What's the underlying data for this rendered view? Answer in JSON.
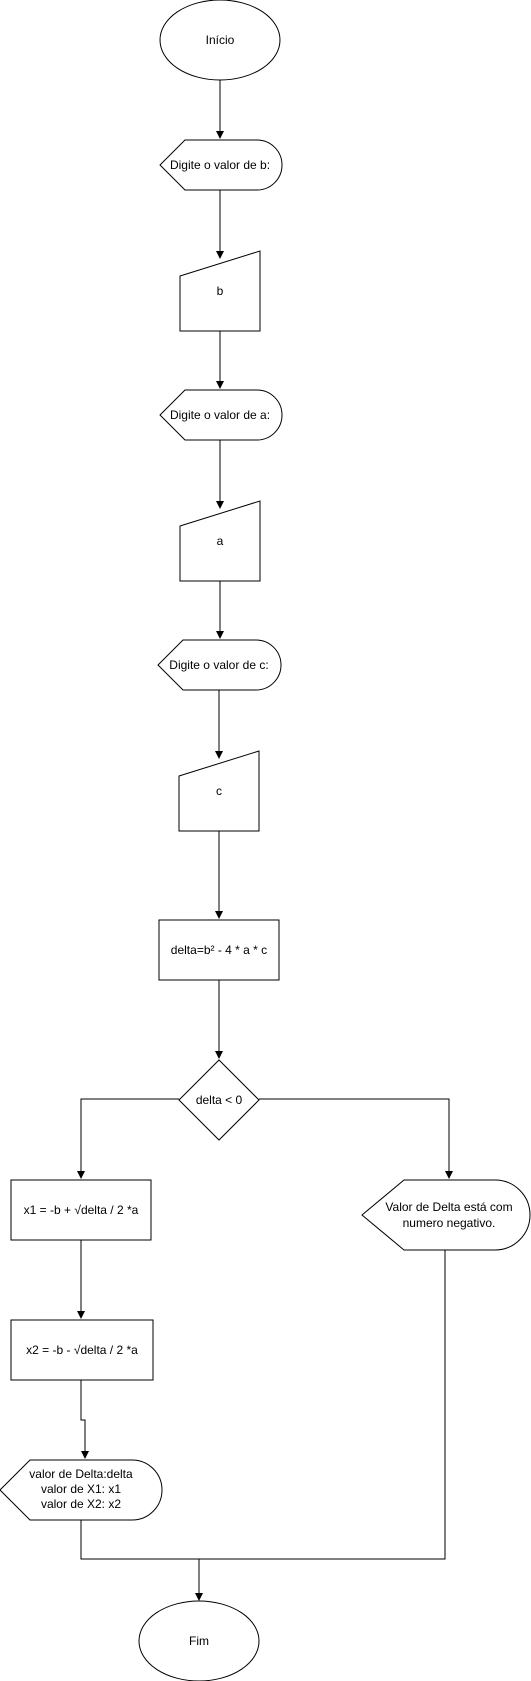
{
  "diagram": {
    "type": "flowchart",
    "nodes": [
      {
        "id": "start",
        "kind": "terminator",
        "label": "Início"
      },
      {
        "id": "prompt_b",
        "kind": "display",
        "label": "Digite o valor de b:"
      },
      {
        "id": "input_b",
        "kind": "manual-input",
        "label": "b"
      },
      {
        "id": "prompt_a",
        "kind": "display",
        "label": "Digite o valor de a:"
      },
      {
        "id": "input_a",
        "kind": "manual-input",
        "label": "a"
      },
      {
        "id": "prompt_c",
        "kind": "display",
        "label": "Digite o valor de c:"
      },
      {
        "id": "input_c",
        "kind": "manual-input",
        "label": "c"
      },
      {
        "id": "calc_delta",
        "kind": "process",
        "label": "delta=b² - 4 * a * c"
      },
      {
        "id": "decision",
        "kind": "decision",
        "label": "delta < 0"
      },
      {
        "id": "calc_x1",
        "kind": "process",
        "label": "x1 = -b + √delta / 2 *a"
      },
      {
        "id": "calc_x2",
        "kind": "process",
        "label": "x2 = -b - √delta / 2 *a"
      },
      {
        "id": "show_results",
        "kind": "display",
        "lines": [
          "valor de Delta:delta",
          "valor de X1: x1",
          "valor de X2: x2"
        ]
      },
      {
        "id": "negative_msg",
        "kind": "display",
        "lines": [
          "Valor de Delta está com",
          "numero negativo."
        ]
      },
      {
        "id": "end",
        "kind": "terminator",
        "label": "Fim"
      }
    ],
    "edges": [
      {
        "from": "start",
        "to": "prompt_b"
      },
      {
        "from": "prompt_b",
        "to": "input_b"
      },
      {
        "from": "input_b",
        "to": "prompt_a"
      },
      {
        "from": "prompt_a",
        "to": "input_a"
      },
      {
        "from": "input_a",
        "to": "prompt_c"
      },
      {
        "from": "prompt_c",
        "to": "input_c"
      },
      {
        "from": "input_c",
        "to": "calc_delta"
      },
      {
        "from": "calc_delta",
        "to": "decision"
      },
      {
        "from": "decision",
        "to": "calc_x1"
      },
      {
        "from": "decision",
        "to": "negative_msg"
      },
      {
        "from": "calc_x1",
        "to": "calc_x2"
      },
      {
        "from": "calc_x2",
        "to": "show_results"
      },
      {
        "from": "show_results",
        "to": "end"
      },
      {
        "from": "negative_msg",
        "to": "end"
      }
    ]
  }
}
